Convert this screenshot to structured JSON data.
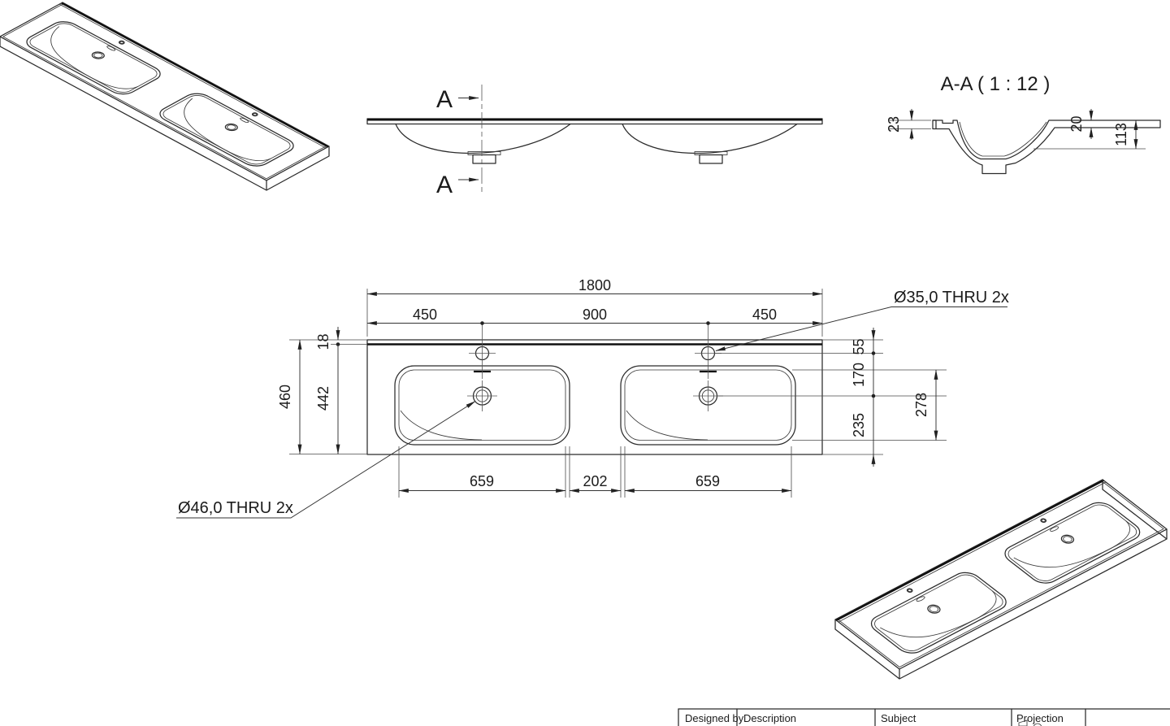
{
  "colors": {
    "line": "#2b2b2b",
    "thick_edge": "#101010",
    "background": "#ffffff",
    "text": "#1b1b1b"
  },
  "views": {
    "front": {
      "section_label_top": "A",
      "section_label_bottom": "A"
    },
    "section": {
      "title": "A-A ( 1 : 12 )",
      "dims": {
        "d23": "23",
        "d20": "20",
        "d113": "113"
      }
    },
    "plan": {
      "dims": {
        "d1800": "1800",
        "d450l": "450",
        "d900": "900",
        "d450r": "450",
        "d18": "18",
        "d460": "460",
        "d442": "442",
        "d55": "55",
        "d170": "170",
        "d235": "235",
        "d278": "278",
        "d659l": "659",
        "d202": "202",
        "d659r": "659"
      },
      "callouts": {
        "faucet_hole": "Ø35,0 THRU 2x",
        "drain_hole": "Ø46,0 THRU 2x"
      }
    },
    "title_block": {
      "designed_by": "Designed by",
      "description": "Description",
      "subject": "Subject",
      "projection": "Projection"
    }
  }
}
